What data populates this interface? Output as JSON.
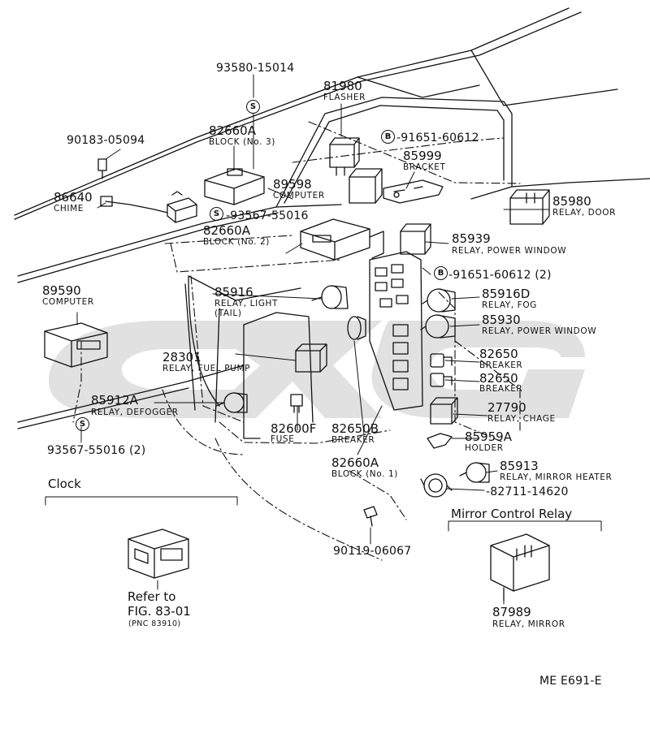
{
  "parts": {
    "p93580": {
      "pn": "93580-15014"
    },
    "p81980": {
      "pn": "81980",
      "desc": "FLASHER"
    },
    "p82660a_no3": {
      "pn": "82660A",
      "desc": "BLOCK (No. 3)"
    },
    "p91651_1": {
      "pn": "-91651-60612"
    },
    "p90183": {
      "pn": "90183-05094"
    },
    "p85999": {
      "pn": "85999",
      "desc": "BRACKET"
    },
    "p89598": {
      "pn": "89598",
      "desc": "COMPUTER"
    },
    "p86640": {
      "pn": "86640",
      "desc": "CHIME"
    },
    "p93567_1": {
      "pn": "-93567-55016"
    },
    "p85980": {
      "pn": "85980",
      "desc": "RELAY, DOOR"
    },
    "p82660a_no2": {
      "pn": "82660A",
      "desc": "BLOCK (No. 2)"
    },
    "p85939": {
      "pn": "85939",
      "desc": "RELAY, POWER WINDOW"
    },
    "p91651_2": {
      "pn": "-91651-60612 (2)"
    },
    "p89590": {
      "pn": "89590",
      "desc": "COMPUTER"
    },
    "p85916": {
      "pn": "85916",
      "desc1": "RELAY, LIGHT",
      "desc2": "(TAIL)"
    },
    "p85916d": {
      "pn": "85916D",
      "desc": "RELAY, FOG"
    },
    "p85930": {
      "pn": "85930",
      "desc": "RELAY, POWER WINDOW"
    },
    "p28301": {
      "pn": "28301",
      "desc": "RELAY, FUEL PUMP"
    },
    "p82650_1": {
      "pn": "82650",
      "desc": "BREAKER"
    },
    "p82650_2": {
      "pn": "82650",
      "desc": "BREAKER"
    },
    "p85912a": {
      "pn": "85912A",
      "desc": "RELAY, DEFOGGER"
    },
    "p27790": {
      "pn": "27790",
      "desc": "RELAY, CHAGE"
    },
    "p82600f": {
      "pn": "82600F",
      "desc": "FUSE"
    },
    "p82650b": {
      "pn": "82650B",
      "desc": "BREAKER"
    },
    "p85959a": {
      "pn": "85959A",
      "desc": "HOLDER"
    },
    "p93567_2": {
      "pn": "93567-55016 (2)"
    },
    "p82660a_no1": {
      "pn": "82660A",
      "desc": "BLOCK (No. 1)"
    },
    "p85913": {
      "pn": "85913",
      "desc": "RELAY, MIRROR HEATER"
    },
    "p82711": {
      "pn": "-82711-14620"
    },
    "p90119": {
      "pn": "90119-06067"
    },
    "p87989": {
      "pn": "87989",
      "desc": "RELAY, MIRROR"
    }
  },
  "symbols": {
    "s_mark": "S",
    "b_mark": "B"
  },
  "sections": {
    "clock": {
      "title": "Clock",
      "ref1": "Refer to",
      "ref2": "FIG. 83-01",
      "ref3": "(PNC 83910)"
    },
    "mirror": {
      "title": "Mirror Control Relay"
    }
  },
  "figure_id": "ME  E691-E"
}
